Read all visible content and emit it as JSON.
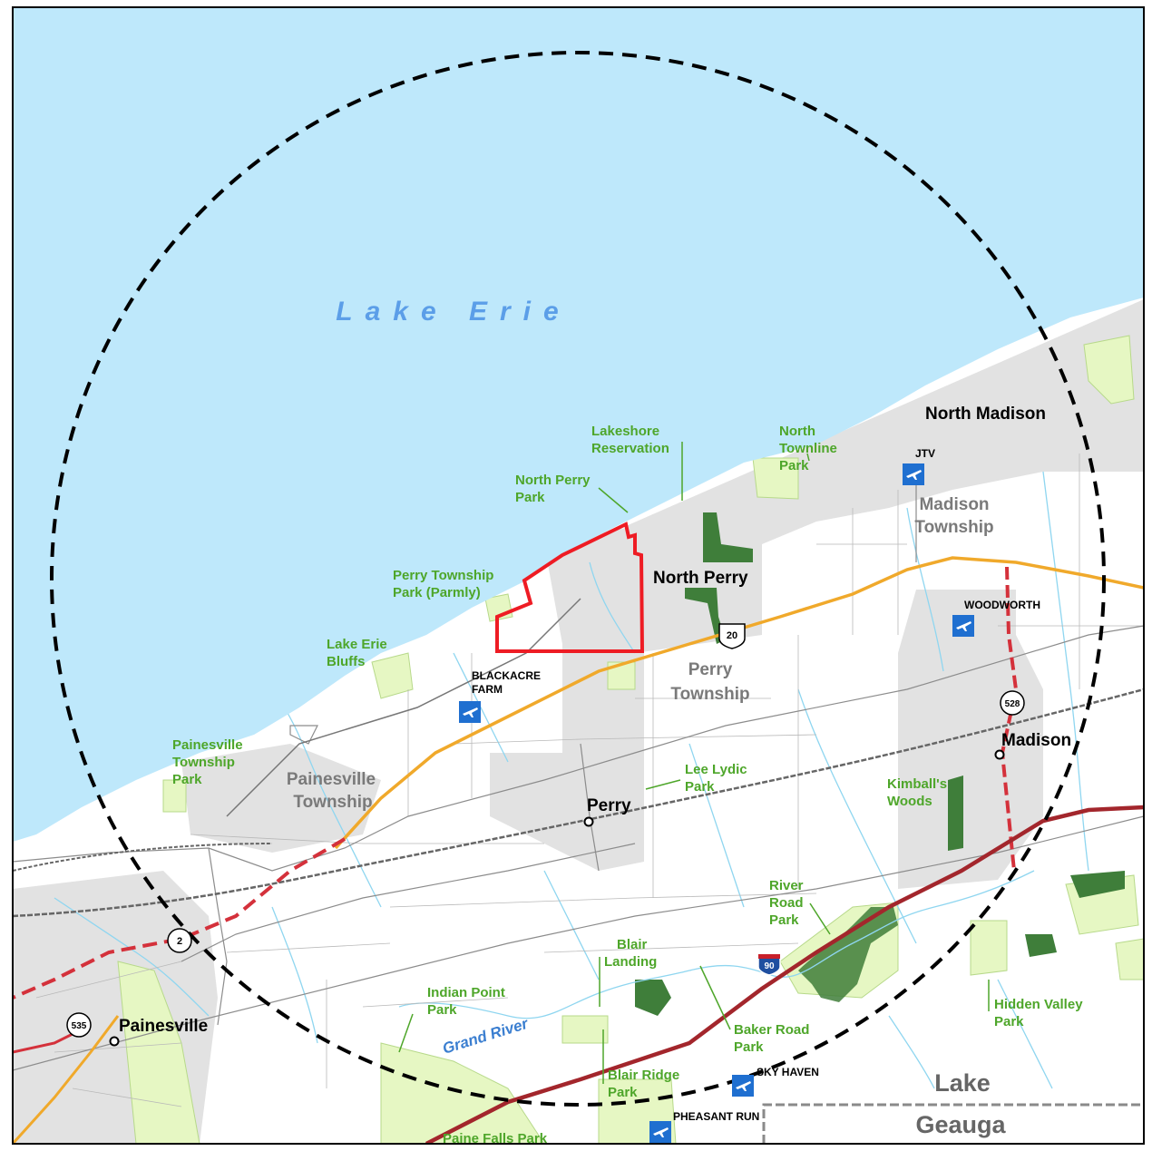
{
  "water": {
    "lake_label": "Lake Erie",
    "river_label": "Grand River"
  },
  "places": {
    "north_madison": "North Madison",
    "north_perry": "North Perry",
    "perry": "Perry",
    "madison": "Madison",
    "painesville": "Painesville"
  },
  "townships": {
    "madison_1": "Madison",
    "madison_2": "Township",
    "perry_1": "Perry",
    "perry_2": "Township",
    "painesville_1": "Painesville",
    "painesville_2": "Township"
  },
  "parks": {
    "lakeshore_1": "Lakeshore",
    "lakeshore_2": "Reservation",
    "north_townline_1": "North",
    "north_townline_2": "Townline",
    "north_townline_3": "Park",
    "north_perry_park_1": "North Perry",
    "north_perry_park_2": "Park",
    "perry_twp_park_1": "Perry Township",
    "perry_twp_park_2": "Park (Parmly)",
    "lake_erie_bluffs_1": "Lake Erie",
    "lake_erie_bluffs_2": "Bluffs",
    "painesville_twp_park_1": "Painesville",
    "painesville_twp_park_2": "Township",
    "painesville_twp_park_3": "Park",
    "lee_lydic_1": "Lee Lydic",
    "lee_lydic_2": "Park",
    "kimballs_1": "Kimball's",
    "kimballs_2": "Woods",
    "river_road_1": "River",
    "river_road_2": "Road",
    "river_road_3": "Park",
    "blair_landing_1": "Blair",
    "blair_landing_2": "Landing",
    "indian_point_1": "Indian Point",
    "indian_point_2": "Park",
    "baker_road_1": "Baker Road",
    "baker_road_2": "Park",
    "hidden_valley_1": "Hidden Valley",
    "hidden_valley_2": "Park",
    "blair_ridge_1": "Blair Ridge",
    "blair_ridge_2": "Park",
    "paine_falls": "Paine Falls Park"
  },
  "airports": {
    "jtv": "JTV",
    "woodworth": "WOODWORTH",
    "blackacre_1": "BLACKACRE",
    "blackacre_2": "FARM",
    "sky_haven": "SKY HAVEN",
    "pheasant_run": "PHEASANT RUN"
  },
  "routes": {
    "us20": "20",
    "sr528": "528",
    "sr2": "2",
    "sr535": "535",
    "i90": "90"
  },
  "counties": {
    "lake": "Lake",
    "geauga": "Geauga"
  },
  "colors": {
    "lake": "#bee8fb",
    "park": "#e6f7c3",
    "park_dark": "#3f7e3a",
    "urban": "#e2e2e2",
    "site_boundary": "#ee1c24",
    "us_route": "#f0a92b",
    "interstate": "#a3262c",
    "airport": "#1f6fd0"
  }
}
